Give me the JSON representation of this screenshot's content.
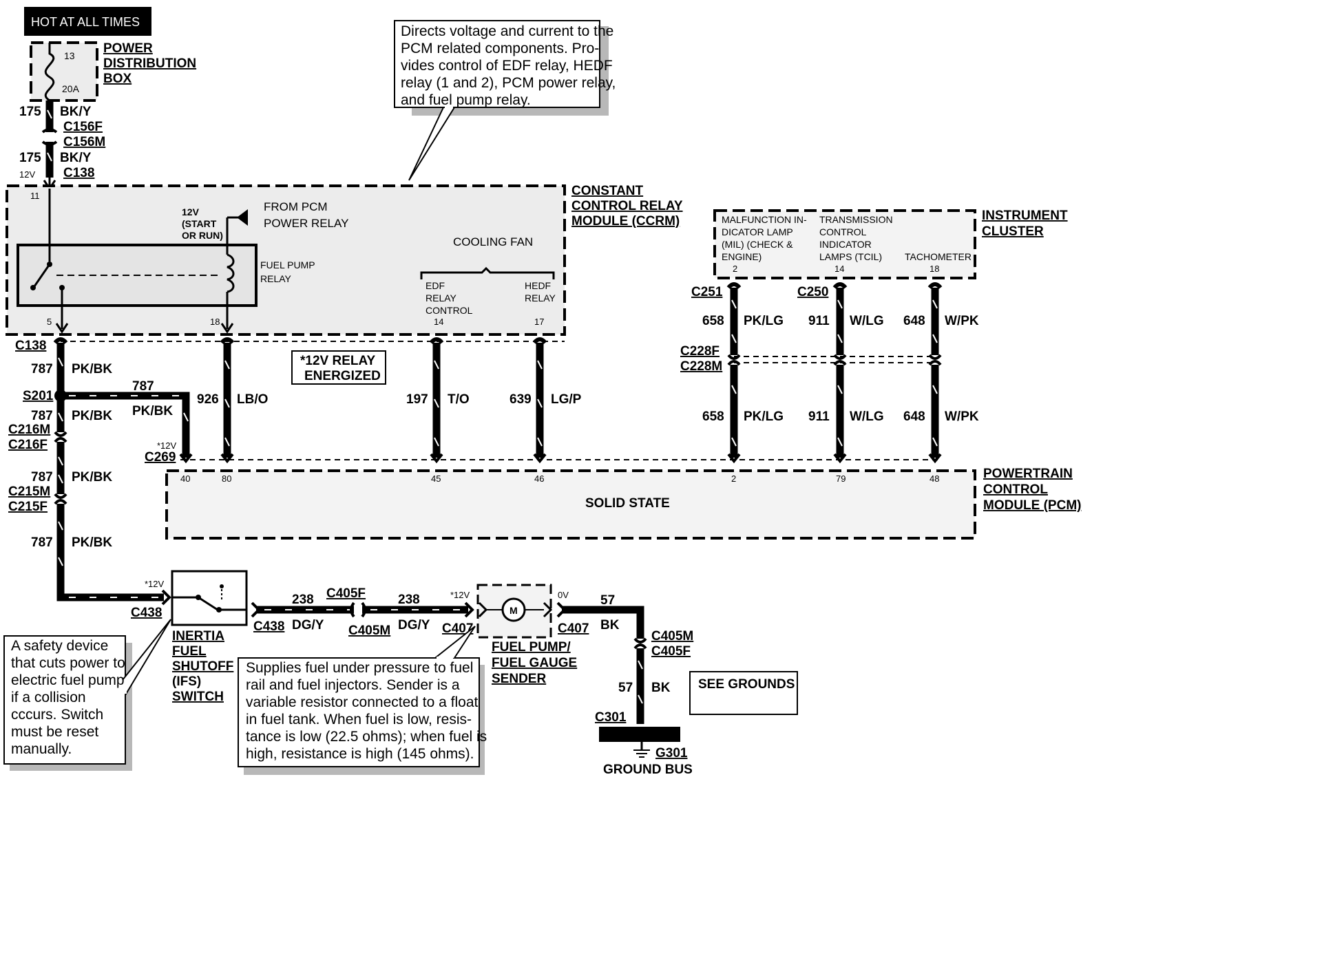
{
  "header": {
    "hot_label": "HOT AT ALL TIMES"
  },
  "pdb": {
    "title": [
      "POWER",
      "DISTRIBUTION",
      "BOX"
    ],
    "fuse_number": "13",
    "fuse_rating": "20A"
  },
  "feed": {
    "circuit_top": "175",
    "color_top": "BK/Y",
    "connector_f": "C156F",
    "connector_m": "C156M",
    "circuit_bottom": "175",
    "color_bottom": "BK/Y",
    "voltage": "12V",
    "connector_ccrm": "C138"
  },
  "callout_top": {
    "lines": [
      "Directs voltage and current to the",
      "PCM related components. Pro-",
      "vides control of EDF relay, HEDF",
      "relay (1 and 2), PCM power relay,",
      "and fuel pump relay."
    ]
  },
  "ccrm": {
    "title": [
      "CONSTANT",
      "CONTROL RELAY",
      "MODULE (CCRM)"
    ],
    "pin_top": "11",
    "start_run": [
      "12V",
      "(START",
      "OR RUN)"
    ],
    "from_pcm": [
      "FROM PCM",
      "POWER RELAY"
    ],
    "fuel_pump_relay": [
      "FUEL PUMP",
      "RELAY"
    ],
    "cooling_fan": "COOLING FAN",
    "edf": [
      "EDF",
      "RELAY",
      "CONTROL"
    ],
    "hedf": [
      "HEDF",
      "RELAY"
    ],
    "pins": [
      "5",
      "18",
      "14",
      "17"
    ]
  },
  "ccrm_out": {
    "connector": "C138",
    "energized": [
      "*12V RELAY",
      "ENERGIZED"
    ]
  },
  "pkbk_line": {
    "circuit": "787",
    "color": "PK/BK",
    "splice": "S201",
    "branch_circuit": "787",
    "branch_color": "PK/BK",
    "c216m": "C216M",
    "c216f": "C216F",
    "c215m": "C215M",
    "c215f": "C215F",
    "c269_voltage": "*12V",
    "c269": "C269",
    "c438_voltage": "*12V",
    "c438": "C438"
  },
  "wires_mid": [
    {
      "circuit": "926",
      "color": "LB/O"
    },
    {
      "circuit": "197",
      "color": "T/O"
    },
    {
      "circuit": "639",
      "color": "LG/P"
    }
  ],
  "cluster": {
    "title": [
      "INSTRUMENT",
      "CLUSTER"
    ],
    "mil": [
      "MALFUNCTION IN-",
      "DICATOR LAMP",
      "(MIL) (CHECK &",
      "ENGINE)"
    ],
    "tcil": [
      "TRANSMISSION",
      "CONTROL",
      "INDICATOR",
      "LAMPS (TCIL)"
    ],
    "tach": "TACHOMETER",
    "pins": [
      "2",
      "14",
      "18"
    ],
    "connectors": [
      "C251",
      "C250"
    ],
    "c228f": "C228F",
    "c228m": "C228M",
    "wires": [
      {
        "circuit": "658",
        "color": "PK/LG"
      },
      {
        "circuit": "911",
        "color": "W/LG"
      },
      {
        "circuit": "648",
        "color": "W/PK"
      }
    ]
  },
  "pcm": {
    "title": [
      "POWERTRAIN",
      "CONTROL",
      "MODULE (PCM)"
    ],
    "solid_state": "SOLID STATE",
    "pins": [
      "40",
      "80",
      "45",
      "46",
      "2",
      "79",
      "48"
    ]
  },
  "ifs": {
    "title": [
      "INERTIA",
      "FUEL",
      "SHUTOFF",
      "(IFS)",
      "SWITCH"
    ],
    "callout": [
      "A safety device",
      "that cuts power to",
      "electric fuel pump",
      "if a collision",
      "cccurs.  Switch",
      "must be reset",
      "manually."
    ]
  },
  "pump_feed": {
    "c438": "C438",
    "circuit1": "238",
    "color1": "DG/Y",
    "c405f": "C405F",
    "c405m": "C405M",
    "circuit2": "238",
    "color2": "DG/Y",
    "voltage": "*12V",
    "c407": "C407"
  },
  "pump": {
    "title": [
      "FUEL PUMP/",
      "FUEL GAUGE",
      "SENDER"
    ],
    "motor": "M",
    "volt_out": "0V",
    "c407": "C407",
    "callout": [
      "Supplies fuel under pressure to fuel",
      "rail and fuel injectors.  Sender is a",
      "variable resistor connected to a float",
      "in fuel tank.  When fuel is low, resis-",
      "tance is low (22.5 ohms); when fuel is",
      "high, resistance is high (145 ohms)."
    ]
  },
  "ground": {
    "circuit1": "57",
    "color1": "BK",
    "c405m": "C405M",
    "c405f": "C405F",
    "circuit2": "57",
    "color2": "BK",
    "c301": "C301",
    "g301": "G301",
    "bus": "GROUND BUS",
    "see_grounds": "SEE GROUNDS"
  }
}
